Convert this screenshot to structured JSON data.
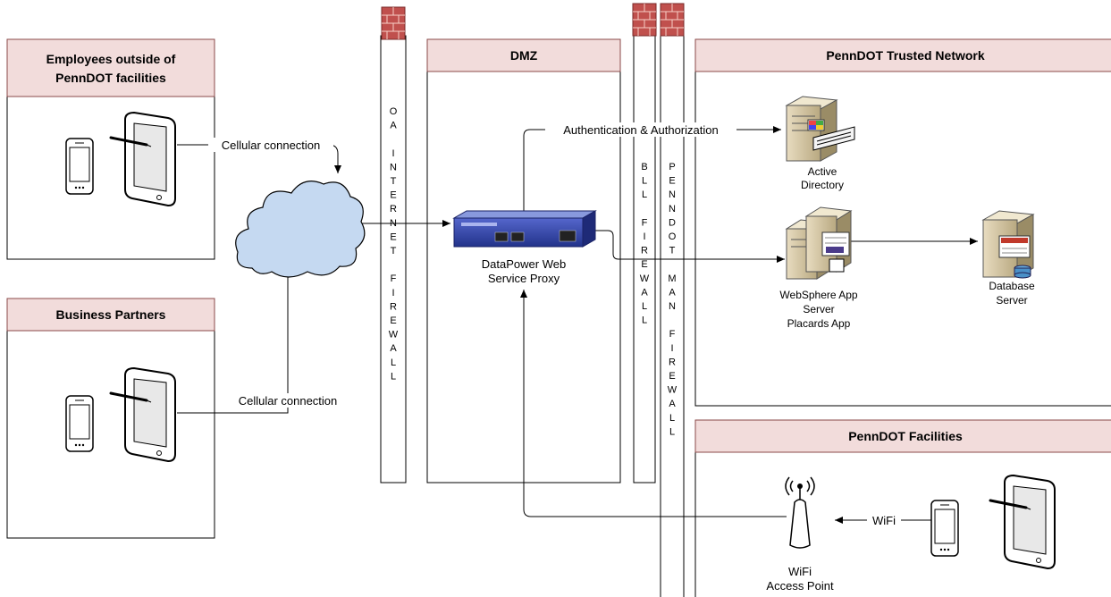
{
  "zones": {
    "employees": "Employees outside of PennDOT facilities",
    "employees_line1": "Employees outside of",
    "employees_line2": "PennDOT facilities",
    "partners": "Business Partners",
    "dmz": "DMZ",
    "trusted": "PennDOT Trusted Network",
    "facilities": "PennDOT Facilities"
  },
  "firewalls": {
    "oa": "OA INTERNET FIREWALL",
    "bll": "BLL FIREWALL",
    "penndot_man": "PENNDOT MAN FIREWALL"
  },
  "labels": {
    "cellular_top": "Cellular connection",
    "cellular_bottom": "Cellular connection",
    "auth": "Authentication & Authorization",
    "wifi_link": "WiFi",
    "datapower_line1": "DataPower Web",
    "datapower_line2": "Service Proxy",
    "ad_line1": "Active",
    "ad_line2": "Directory",
    "was_line1": "WebSphere App",
    "was_line2": "Server",
    "was_line3": "Placards App",
    "db_line1": "Database",
    "db_line2": "Server",
    "ap_line1": "WiFi",
    "ap_line2": "Access Point"
  },
  "colors": {
    "zone_header": "#f2dcdb",
    "zone_header_stroke": "#8b4a4a",
    "cloud": "#c5d9f1",
    "brick": "#c0504d",
    "datapower": "#3344aa"
  },
  "icons": [
    "smartphone-icon",
    "tablet-icon",
    "cloud-icon",
    "firewall-brick-icon",
    "server-icon",
    "appliance-icon",
    "wifi-access-point-icon"
  ]
}
